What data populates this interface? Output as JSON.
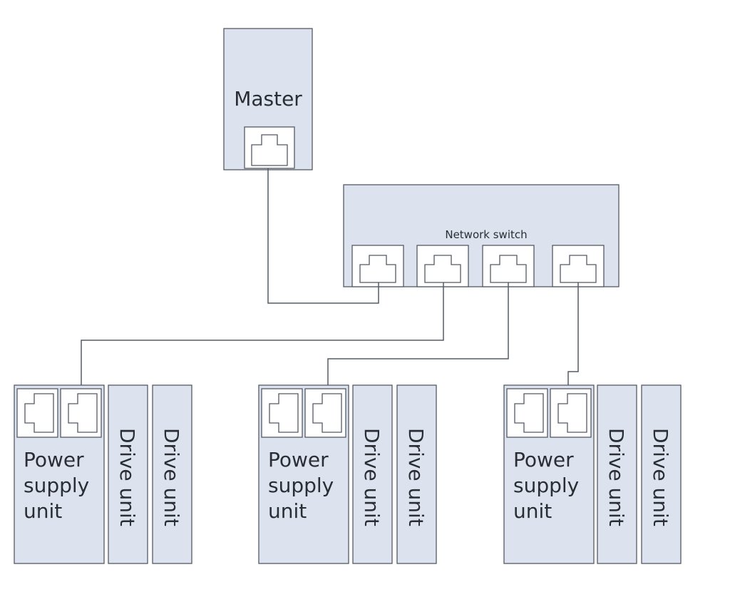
{
  "master": {
    "label": "Master"
  },
  "switch": {
    "label": "Network switch"
  },
  "groups": [
    {
      "psu": {
        "line1": "Power",
        "line2": "supply",
        "line3": "unit"
      },
      "drives": [
        "Drive unit",
        "Drive unit"
      ]
    },
    {
      "psu": {
        "line1": "Power",
        "line2": "supply",
        "line3": "unit"
      },
      "drives": [
        "Drive unit",
        "Drive unit"
      ]
    },
    {
      "psu": {
        "line1": "Power",
        "line2": "supply",
        "line3": "unit"
      },
      "drives": [
        "Drive unit",
        "Drive unit"
      ]
    }
  ],
  "colors": {
    "fill": "#dce3ef",
    "stroke": "#555b64",
    "text": "#2a2d33"
  },
  "icons": {
    "port": "ethernet-port-icon"
  }
}
